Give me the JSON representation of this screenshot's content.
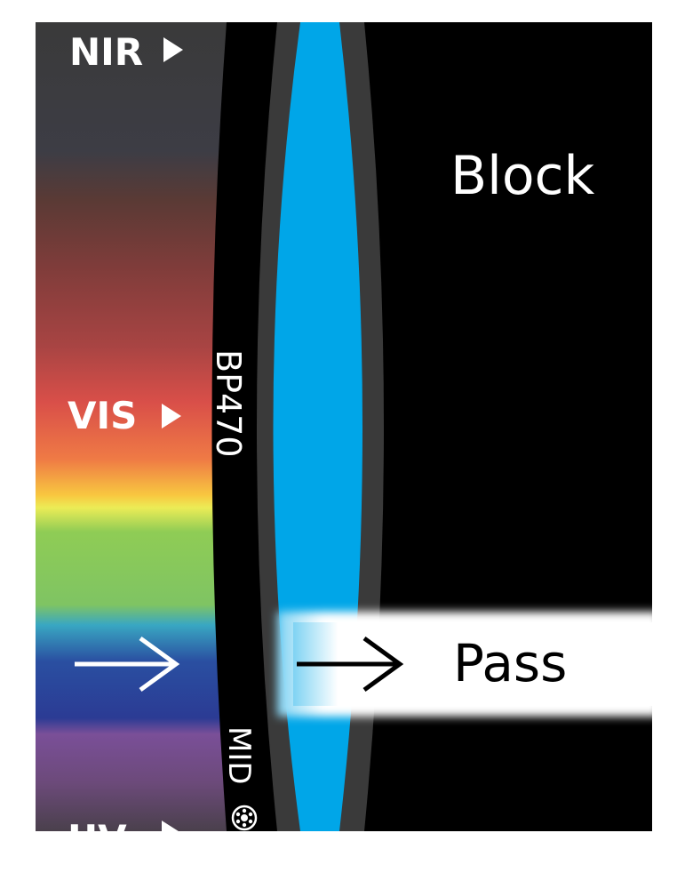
{
  "labels": {
    "nir": "NIR",
    "vis": "VIS",
    "uv": "UV",
    "block": "Block",
    "pass": "Pass",
    "filter_code": "BP470",
    "brand": "MID"
  },
  "icons": {
    "band_marker": "triangle-right-icon",
    "pass_arrow": "arrow-right-icon",
    "brand_mark": "midopt-logo-icon"
  },
  "colors": {
    "background": "#000000",
    "page": "#ffffff",
    "lens": "#00a6e8",
    "ring": "#3a3a3a",
    "text_light": "#ffffff",
    "text_dark": "#000000",
    "spectrum": [
      "#3a3a3a",
      "#3d3d45",
      "#5a3a35",
      "#7e3c3a",
      "#a84443",
      "#d94f49",
      "#ef7a45",
      "#f8c840",
      "#ecec56",
      "#8fcc55",
      "#7fc463",
      "#39a7c2",
      "#2a4fa1",
      "#2b3b94",
      "#7a4f98",
      "#6c4a7a",
      "#4a404c"
    ]
  }
}
